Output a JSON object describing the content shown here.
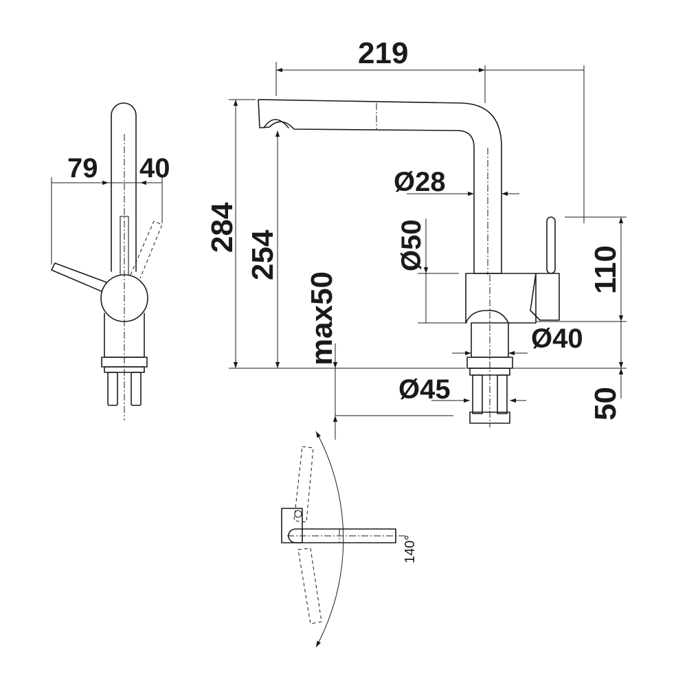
{
  "dimensions": {
    "top_width": "219",
    "side_left": "79",
    "side_right": "40",
    "total_height": "284",
    "spout_height": "254",
    "max_thickness": "max50",
    "spout_diameter": "Ø28",
    "body_diameter": "Ø50",
    "base_diameter": "Ø40",
    "shank_diameter": "Ø45",
    "lever_height": "110",
    "shank_length": "50",
    "swivel_angle": "140°"
  }
}
